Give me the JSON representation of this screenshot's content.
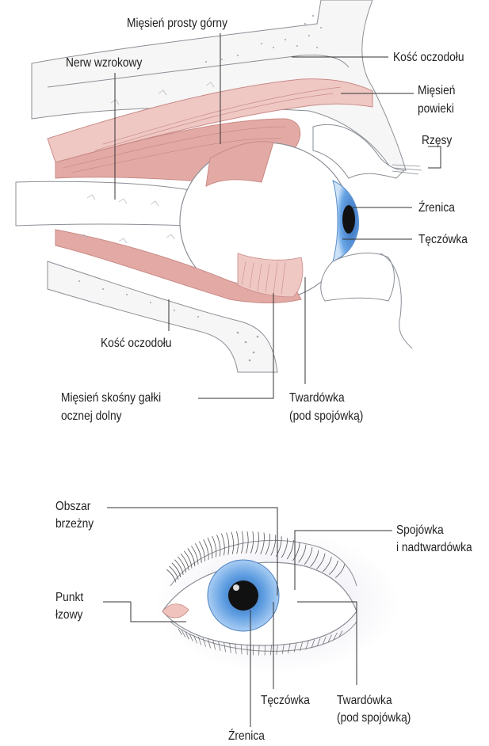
{
  "side_view": {
    "labels": {
      "superior_rectus": "Mięsień prosty górny",
      "optic_nerve": "Nerw wzrokowy",
      "orbit_bone_top": "Kość oczodołu",
      "eyelid_muscle_1": "Mięsień",
      "eyelid_muscle_2": "powieki",
      "eyelashes": "Rzęsy",
      "pupil": "Źrenica",
      "iris": "Tęczówka",
      "orbit_bone_bottom": "Kość oczodołu",
      "inferior_oblique_1": "Mięsień skośny gałki",
      "inferior_oblique_2": "ocznej dolny",
      "sclera_1": "Twardówka",
      "sclera_2": "(pod spojówką)"
    }
  },
  "front_view": {
    "labels": {
      "limbus_1": "Obszar",
      "limbus_2": "brzeżny",
      "conjunctiva_1": "Spojówka",
      "conjunctiva_2": "i nadtwardówka",
      "lacrimal_1": "Punkt",
      "lacrimal_2": "łzowy",
      "iris": "Tęczówka",
      "sclera_1": "Twardówka",
      "sclera_2": "(pod spojówką)",
      "pupil": "Źrenica"
    }
  },
  "colors": {
    "muscle": "#e3aaa5",
    "muscle_line": "#c98a86",
    "iris": "#5b9be0",
    "iris_light": "#a9cdf3",
    "pupil": "#111111",
    "bone": "#f4f4f4",
    "outline": "#8a8f96",
    "leader": "#333333",
    "skin_shadow": "#eceaf2"
  }
}
